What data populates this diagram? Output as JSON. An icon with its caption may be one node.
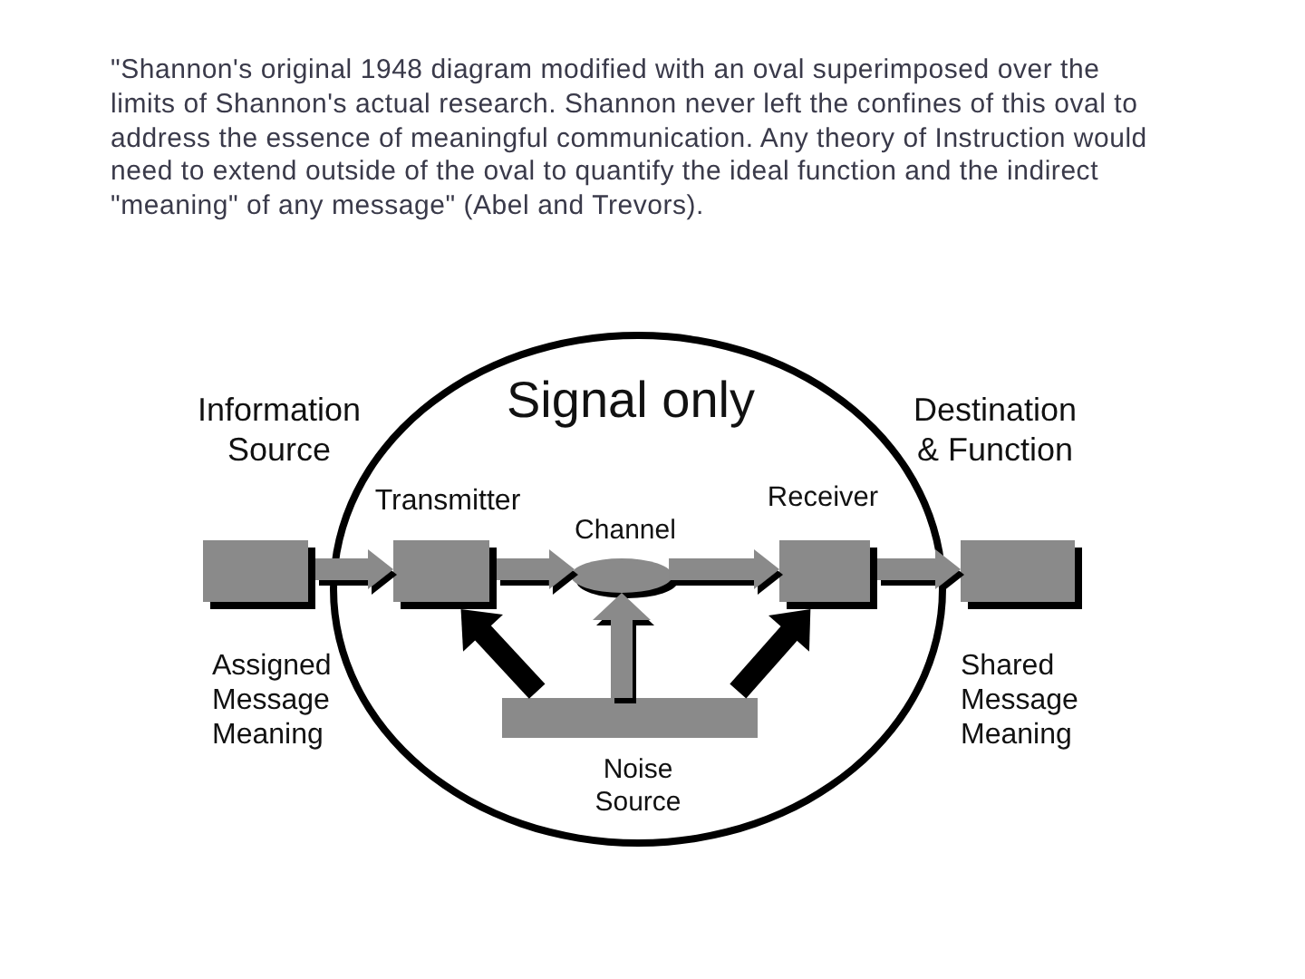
{
  "diagram": {
    "caption": "\"Shannon's original 1948 diagram modified with an oval superimposed over the limits of Shannon's actual research. Shannon never left the confines of this oval to address the essence of meaningful communication. Any theory of Instruction would need to extend outside of the oval to quantify the ideal function and the indirect \"meaning\" of any message\" (Abel and Trevors).",
    "nodes": [
      {
        "text": [
          "Information Source"
        ],
        "beside": [
          "Assigned Message Meaning"
        ]
      },
      {
        "text": [
          "Signal only"
        ]
      },
      {
        "text": [
          "Transmitter"
        ],
        "in": 1
      },
      {
        "text": [
          "Channel"
        ],
        "in": 1
      },
      {
        "text": [
          "Receiver"
        ],
        "in": 1
      },
      {
        "text": [
          "Noise Source"
        ],
        "in": 1
      },
      {
        "text": [
          "Destination & Function"
        ],
        "beside": [
          "Shared Message Meaning"
        ]
      }
    ],
    "edges": [
      {
        "from": 0,
        "to": 2,
        "arrow": "to"
      },
      {
        "from": 2,
        "to": 3,
        "arrow": "to"
      },
      {
        "from": 3,
        "to": 4,
        "arrow": "to"
      },
      {
        "from": 4,
        "to": 6,
        "arrow": "to"
      },
      {
        "from": 5,
        "to": 3,
        "arrow": "to"
      },
      {
        "from": 5,
        "to": 2,
        "arrow": "to",
        "color": "#000000"
      },
      {
        "from": 5,
        "to": 4,
        "arrow": "to",
        "color": "#000000"
      }
    ]
  }
}
